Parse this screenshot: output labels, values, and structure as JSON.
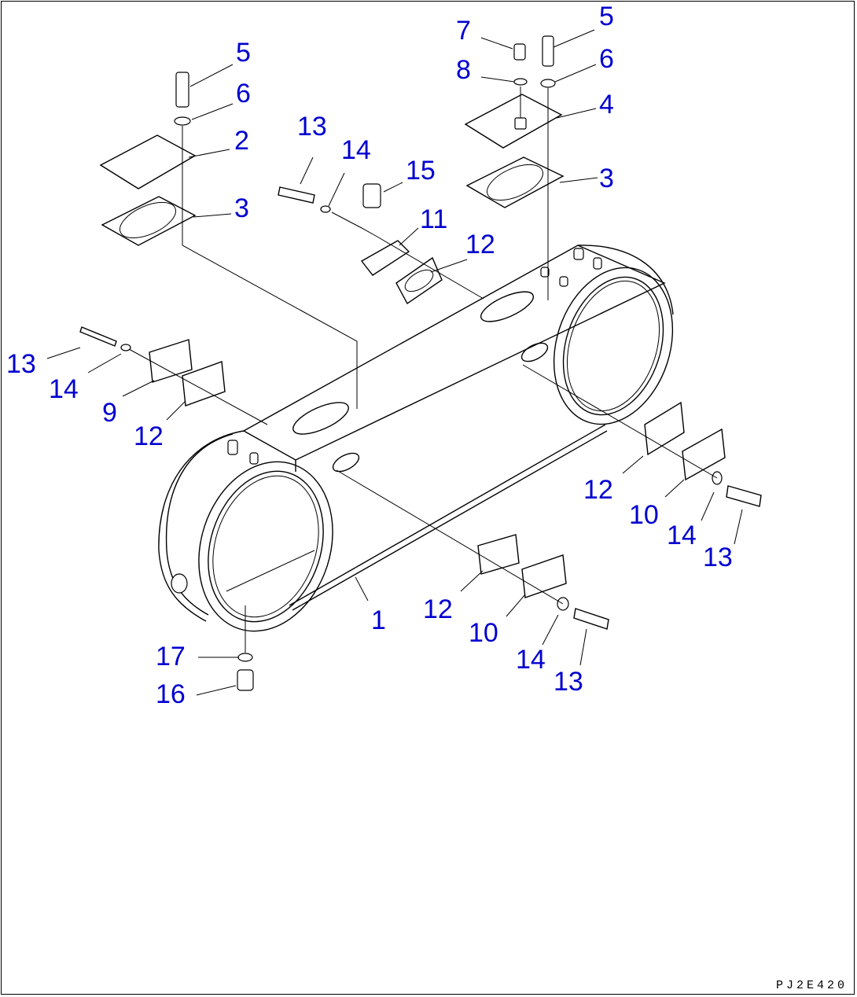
{
  "diagram": {
    "drawing_code": "PJ2E420",
    "callouts": [
      {
        "id": "c-5a",
        "text": "5"
      },
      {
        "id": "c-6a",
        "text": "6"
      },
      {
        "id": "c-2",
        "text": "2"
      },
      {
        "id": "c-3a",
        "text": "3"
      },
      {
        "id": "c-13a",
        "text": "13"
      },
      {
        "id": "c-14a",
        "text": "14"
      },
      {
        "id": "c-15",
        "text": "15"
      },
      {
        "id": "c-11",
        "text": "11"
      },
      {
        "id": "c-12a",
        "text": "12"
      },
      {
        "id": "c-7",
        "text": "7"
      },
      {
        "id": "c-5b",
        "text": "5"
      },
      {
        "id": "c-8",
        "text": "8"
      },
      {
        "id": "c-6b",
        "text": "6"
      },
      {
        "id": "c-4",
        "text": "4"
      },
      {
        "id": "c-3b",
        "text": "3"
      },
      {
        "id": "c-13b",
        "text": "13"
      },
      {
        "id": "c-14b",
        "text": "14"
      },
      {
        "id": "c-9",
        "text": "9"
      },
      {
        "id": "c-12b",
        "text": "12"
      },
      {
        "id": "c-12c",
        "text": "12"
      },
      {
        "id": "c-10a",
        "text": "10"
      },
      {
        "id": "c-14c",
        "text": "14"
      },
      {
        "id": "c-13c",
        "text": "13"
      },
      {
        "id": "c-12d",
        "text": "12"
      },
      {
        "id": "c-10b",
        "text": "10"
      },
      {
        "id": "c-14d",
        "text": "14"
      },
      {
        "id": "c-13d",
        "text": "13"
      },
      {
        "id": "c-1",
        "text": "1"
      },
      {
        "id": "c-17",
        "text": "17"
      },
      {
        "id": "c-16",
        "text": "16"
      }
    ]
  }
}
